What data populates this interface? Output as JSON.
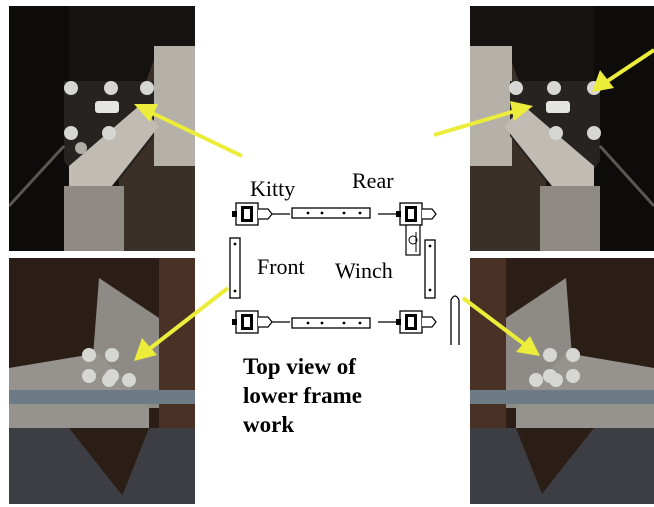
{
  "labels": {
    "kitty": "Kitty",
    "rear": "Rear",
    "front": "Front",
    "winch": "Winch"
  },
  "caption": {
    "line1": "Top view of",
    "line2": "lower frame",
    "line3": "work"
  },
  "colors": {
    "arrow": "#ecec3a",
    "steel": "#b9b5ad",
    "dark": "#1a1512",
    "bolt": "#d6d6d2"
  }
}
